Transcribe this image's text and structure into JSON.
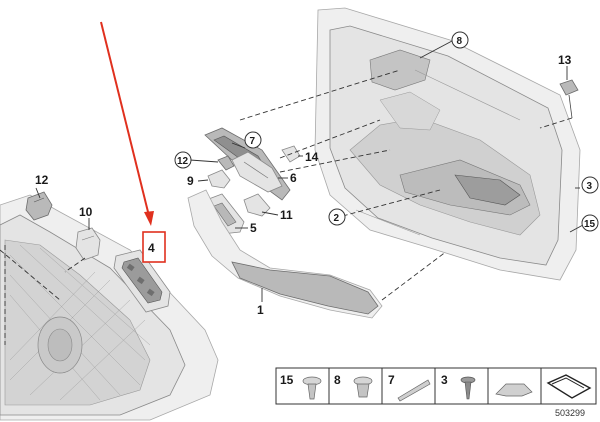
{
  "callouts": {
    "c1": "1",
    "c2": "2",
    "c3": "3",
    "c4": "4",
    "c5": "5",
    "c6": "6",
    "c7": "7",
    "c8": "8",
    "c9": "9",
    "c10": "10",
    "c11": "11",
    "c12": "12",
    "c13": "13",
    "c14": "14",
    "c15": "15"
  },
  "legend": {
    "items": [
      {
        "label": "15"
      },
      {
        "label": "8"
      },
      {
        "label": "7"
      },
      {
        "label": "3"
      },
      {
        "label": ""
      },
      {
        "label": ""
      }
    ]
  },
  "diagram_number": "503299",
  "colors": {
    "highlight": "#e0301e",
    "line": "#333333",
    "part_fill": "#e4e4e4"
  }
}
